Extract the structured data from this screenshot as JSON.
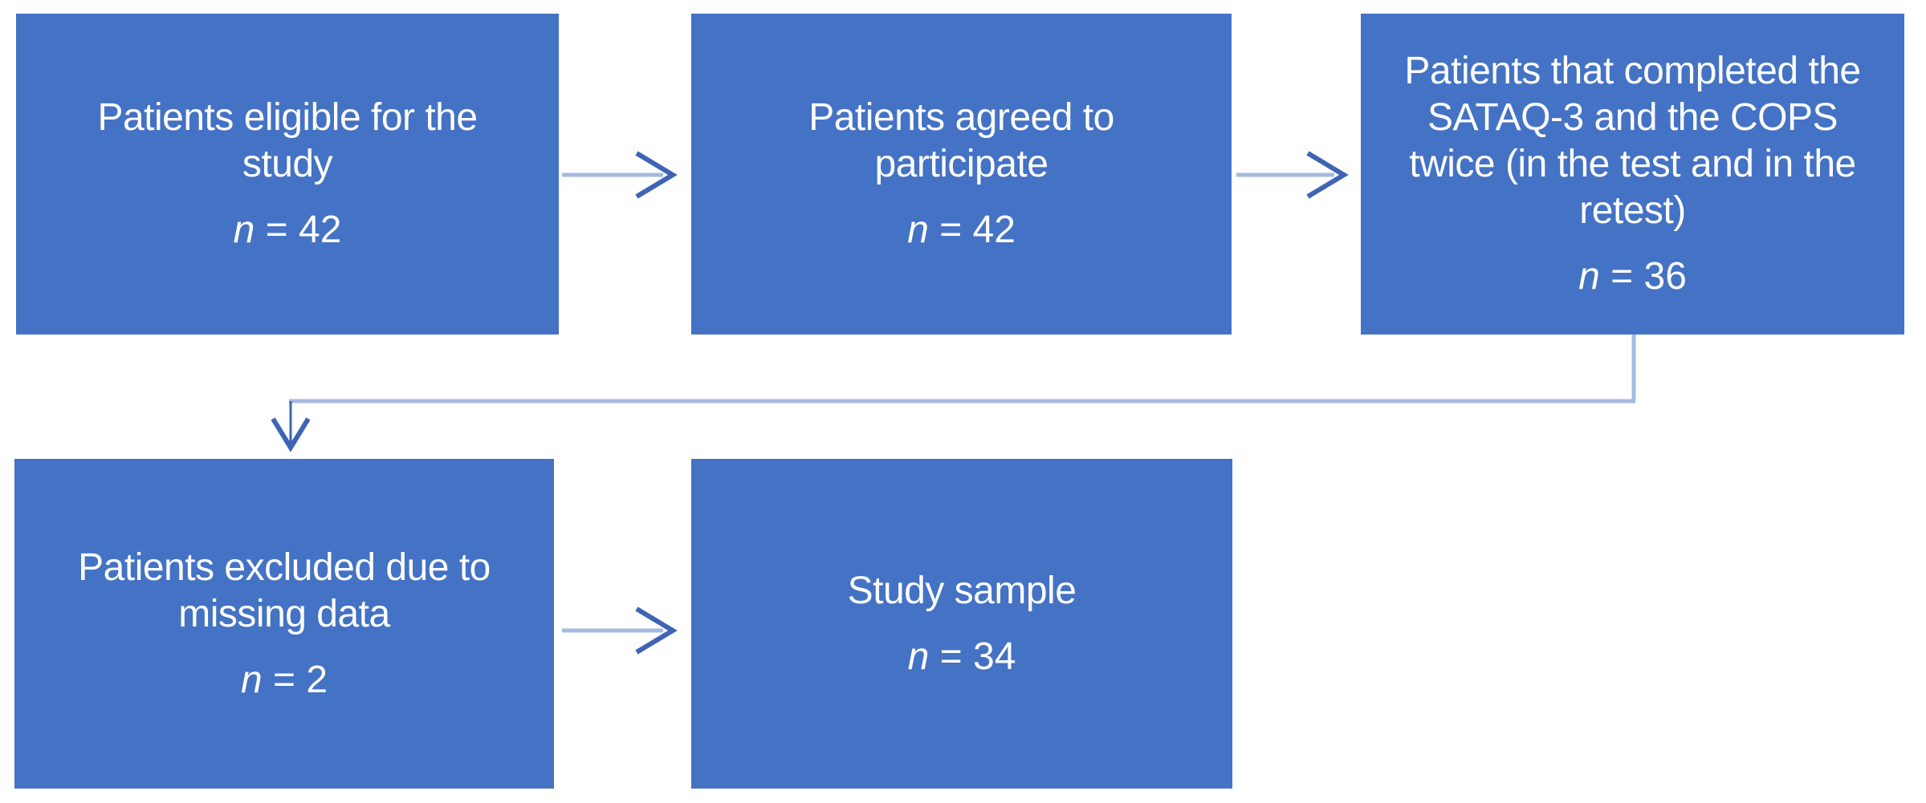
{
  "figure": {
    "type": "flowchart",
    "background_color": "#ffffff",
    "box_fill_color": "#4472C4",
    "box_text_color": "#ffffff",
    "connector_color": "#A6BAE0",
    "arrowhead_color": "#3E64B4"
  },
  "boxes": [
    {
      "id": "eligible",
      "label": "Patients eligible for the\nstudy",
      "n_var": "n",
      "n_value": "= 42"
    },
    {
      "id": "agreed",
      "label": "Patients agreed to\nparticipate",
      "n_var": "n",
      "n_value": "= 42"
    },
    {
      "id": "completed",
      "label": "Patients that completed the\nSATAQ-3 and the COPS\ntwice (in the test and in the\nretest)",
      "n_var": "n",
      "n_value": "= 36"
    },
    {
      "id": "excluded",
      "label": "Patients excluded due to\nmissing data",
      "n_var": "n",
      "n_value": "= 2"
    },
    {
      "id": "sample",
      "label": "Study sample",
      "n_var": "n",
      "n_value": "= 34"
    }
  ],
  "connections": [
    {
      "from": "eligible",
      "to": "agreed",
      "style": "straight-right"
    },
    {
      "from": "agreed",
      "to": "completed",
      "style": "straight-right"
    },
    {
      "from": "completed",
      "to": "excluded",
      "style": "elbow-down-left-down"
    },
    {
      "from": "excluded",
      "to": "sample",
      "style": "straight-right"
    }
  ]
}
